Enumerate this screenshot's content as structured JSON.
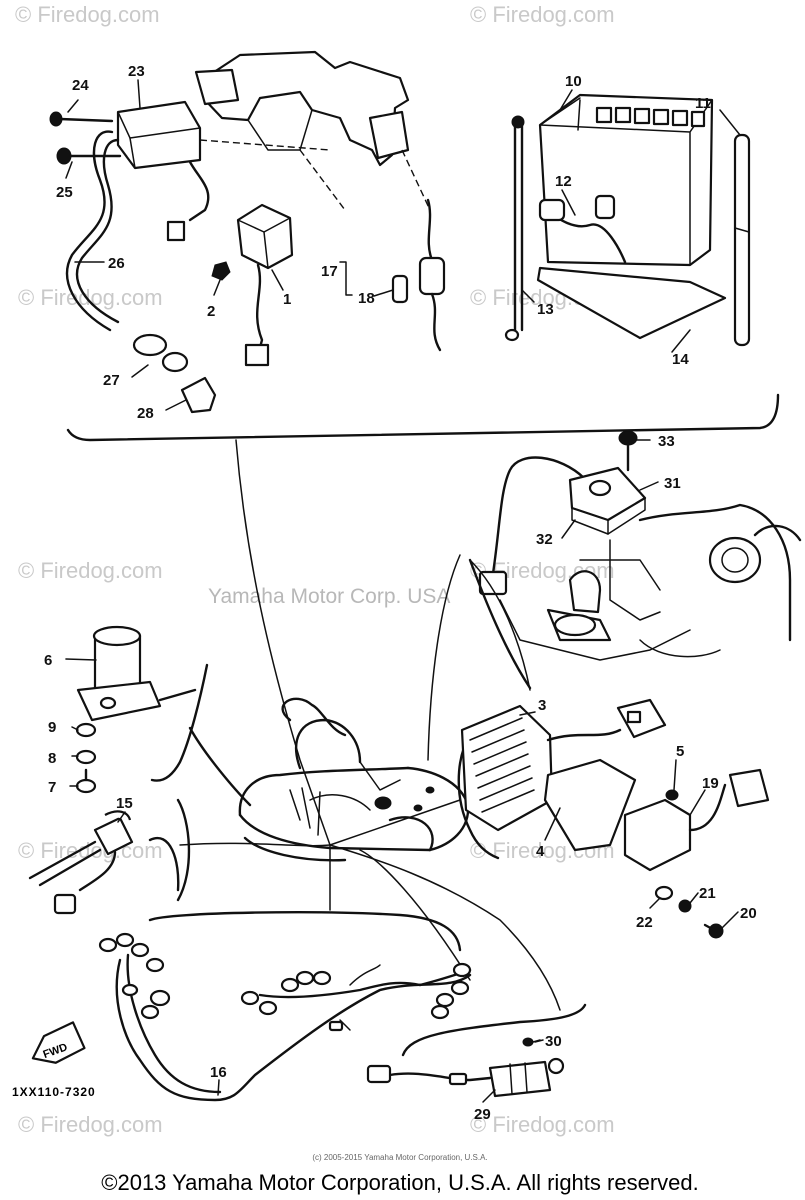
{
  "watermarks": {
    "site": "© Firedog.com",
    "center": "Yamaha Motor Corp. USA"
  },
  "part_numbers": {
    "p1": "1",
    "p2": "2",
    "p3": "3",
    "p4": "4",
    "p5": "5",
    "p6": "6",
    "p7": "7",
    "p8": "8",
    "p9": "9",
    "p10": "10",
    "p11": "11",
    "p12": "12",
    "p13": "13",
    "p14": "14",
    "p15": "15",
    "p16": "16",
    "p17": "17",
    "p18": "18",
    "p19": "19",
    "p20": "20",
    "p21": "21",
    "p22": "22",
    "p23": "23",
    "p24": "24",
    "p25": "25",
    "p26": "26",
    "p27": "27",
    "p28": "28",
    "p29": "29",
    "p30": "30",
    "p31": "31",
    "p32": "32",
    "p33": "33"
  },
  "fwd_label": "FWD",
  "drawing_code": "1XX110-7320",
  "small_copyright": "(c) 2005-2015 Yamaha Motor Corporation, U.S.A.",
  "copyright": "©2013 Yamaha Motor Corporation, U.S.A. All rights reserved."
}
